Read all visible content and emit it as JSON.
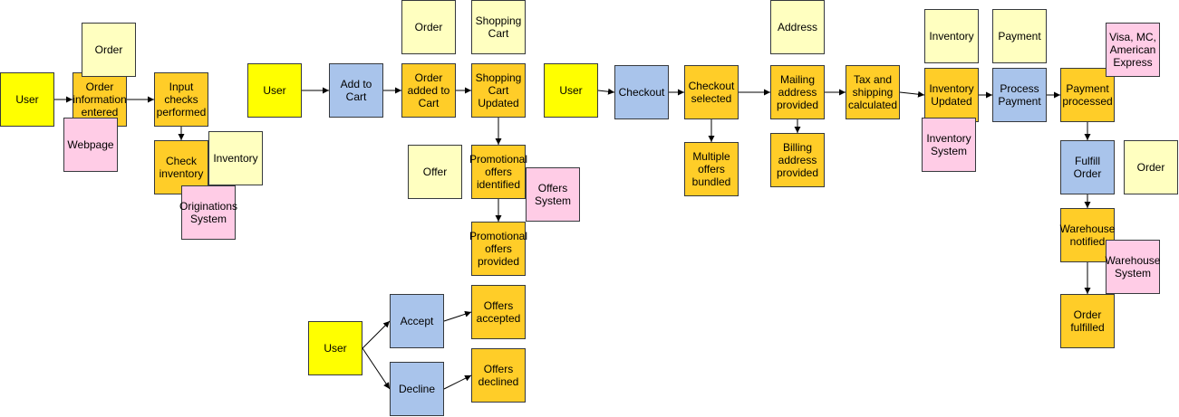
{
  "colors": {
    "actor": "#ffff00",
    "action": "#a9c4eb",
    "step": "#ffcd28",
    "data": "#ffffc0",
    "system": "#ffcce6",
    "edge": "#000000"
  },
  "nodes": [
    {
      "id": "user-1",
      "label": "User",
      "kind": "actor"
    },
    {
      "id": "order-information-entered",
      "label": "Order\ninformation\nentered",
      "kind": "step"
    },
    {
      "id": "note-order-1",
      "label": "Order",
      "kind": "data"
    },
    {
      "id": "note-webpage",
      "label": "Webpage",
      "kind": "system"
    },
    {
      "id": "input-checks-performed",
      "label": "Input\nchecks\nperformed",
      "kind": "step"
    },
    {
      "id": "check-inventory",
      "label": "Check\ninventory",
      "kind": "step"
    },
    {
      "id": "note-inventory-1",
      "label": "Inventory",
      "kind": "data"
    },
    {
      "id": "note-originations-system",
      "label": "Originations\nSystem",
      "kind": "system"
    },
    {
      "id": "user-2",
      "label": "User",
      "kind": "actor"
    },
    {
      "id": "add-to-cart",
      "label": "Add to\nCart",
      "kind": "action"
    },
    {
      "id": "note-order-2",
      "label": "Order",
      "kind": "data"
    },
    {
      "id": "order-added-to-cart",
      "label": "Order\nadded to\nCart",
      "kind": "step"
    },
    {
      "id": "note-shopping-cart",
      "label": "Shopping\nCart",
      "kind": "data"
    },
    {
      "id": "shopping-cart-updated",
      "label": "Shopping\nCart\nUpdated",
      "kind": "step"
    },
    {
      "id": "note-offer",
      "label": "Offer",
      "kind": "data"
    },
    {
      "id": "promotional-offers-identified",
      "label": "Promotional\noffers\nidentified",
      "kind": "step"
    },
    {
      "id": "note-offers-system",
      "label": "Offers\nSystem",
      "kind": "system"
    },
    {
      "id": "promotional-offers-provided",
      "label": "Promotional\noffers\nprovided",
      "kind": "step"
    },
    {
      "id": "user-3",
      "label": "User",
      "kind": "actor"
    },
    {
      "id": "accept",
      "label": "Accept",
      "kind": "action"
    },
    {
      "id": "decline",
      "label": "Decline",
      "kind": "action"
    },
    {
      "id": "offers-accepted",
      "label": "Offers\naccepted",
      "kind": "step"
    },
    {
      "id": "offers-declined",
      "label": "Offers\ndeclined",
      "kind": "step"
    },
    {
      "id": "user-4",
      "label": "User",
      "kind": "actor"
    },
    {
      "id": "checkout",
      "label": "Checkout",
      "kind": "action"
    },
    {
      "id": "checkout-selected",
      "label": "Checkout\nselected",
      "kind": "step"
    },
    {
      "id": "multiple-offers-bundled",
      "label": "Multiple\noffers\nbundled",
      "kind": "step"
    },
    {
      "id": "note-address",
      "label": "Address",
      "kind": "data"
    },
    {
      "id": "mailing-address-provided",
      "label": "Mailing\naddress\nprovided",
      "kind": "step"
    },
    {
      "id": "billing-address-provided",
      "label": "Billing\naddress\nprovided",
      "kind": "step"
    },
    {
      "id": "tax-and-shipping-calculated",
      "label": "Tax and\nshipping\ncalculated",
      "kind": "step"
    },
    {
      "id": "note-inventory-2",
      "label": "Inventory",
      "kind": "data"
    },
    {
      "id": "inventory-updated",
      "label": "Inventory\nUpdated",
      "kind": "step"
    },
    {
      "id": "note-inventory-system",
      "label": "Inventory\nSystem",
      "kind": "system"
    },
    {
      "id": "note-payment",
      "label": "Payment",
      "kind": "data"
    },
    {
      "id": "process-payment",
      "label": "Process\nPayment",
      "kind": "action"
    },
    {
      "id": "payment-processed",
      "label": "Payment\nprocessed",
      "kind": "step"
    },
    {
      "id": "note-payment-methods",
      "label": "Visa, MC,\nAmerican\nExpress",
      "kind": "system"
    },
    {
      "id": "fulfill-order",
      "label": "Fulfill\nOrder",
      "kind": "action"
    },
    {
      "id": "note-order-3",
      "label": "Order",
      "kind": "data"
    },
    {
      "id": "warehouse-notified",
      "label": "Warehouse\nnotified",
      "kind": "step"
    },
    {
      "id": "note-warehouse-system",
      "label": "Warehouse\nSystem",
      "kind": "system"
    },
    {
      "id": "order-fulfilled",
      "label": "Order\nfulfilled",
      "kind": "step"
    }
  ],
  "edges": [
    {
      "from": "user-1",
      "to": "order-information-entered"
    },
    {
      "from": "order-information-entered",
      "to": "input-checks-performed"
    },
    {
      "from": "input-checks-performed",
      "to": "check-inventory"
    },
    {
      "from": "user-2",
      "to": "add-to-cart"
    },
    {
      "from": "add-to-cart",
      "to": "order-added-to-cart"
    },
    {
      "from": "order-added-to-cart",
      "to": "shopping-cart-updated"
    },
    {
      "from": "shopping-cart-updated",
      "to": "promotional-offers-identified"
    },
    {
      "from": "promotional-offers-identified",
      "to": "promotional-offers-provided"
    },
    {
      "from": "user-3",
      "to": "accept"
    },
    {
      "from": "user-3",
      "to": "decline"
    },
    {
      "from": "accept",
      "to": "offers-accepted"
    },
    {
      "from": "decline",
      "to": "offers-declined"
    },
    {
      "from": "user-4",
      "to": "checkout"
    },
    {
      "from": "checkout",
      "to": "checkout-selected"
    },
    {
      "from": "checkout-selected",
      "to": "multiple-offers-bundled"
    },
    {
      "from": "checkout-selected",
      "to": "mailing-address-provided"
    },
    {
      "from": "mailing-address-provided",
      "to": "billing-address-provided"
    },
    {
      "from": "mailing-address-provided",
      "to": "tax-and-shipping-calculated"
    },
    {
      "from": "tax-and-shipping-calculated",
      "to": "inventory-updated"
    },
    {
      "from": "inventory-updated",
      "to": "process-payment"
    },
    {
      "from": "process-payment",
      "to": "payment-processed"
    },
    {
      "from": "payment-processed",
      "to": "fulfill-order"
    },
    {
      "from": "fulfill-order",
      "to": "warehouse-notified"
    },
    {
      "from": "warehouse-notified",
      "to": "order-fulfilled"
    }
  ]
}
